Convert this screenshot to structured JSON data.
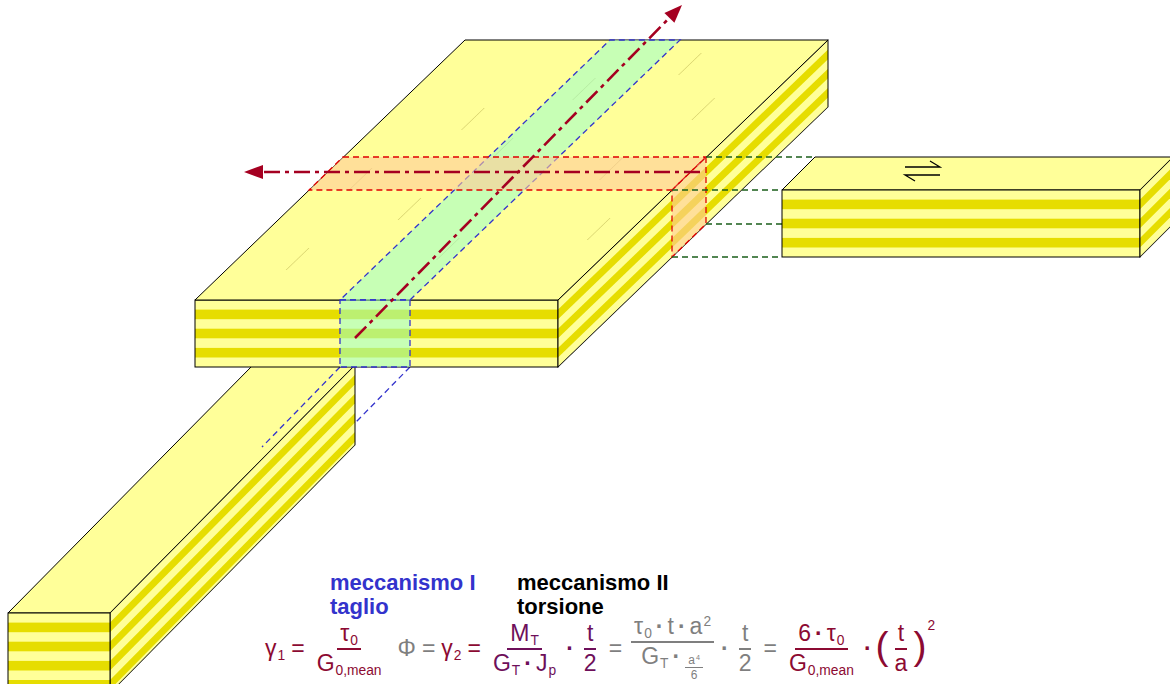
{
  "diagram": {
    "labels": [
      "meccanismo I",
      "taglio",
      "meccanismo II",
      "torsione",
      "γ",
      "1",
      "=",
      "τ",
      "0",
      "G",
      "0,mean",
      "Φ",
      "=",
      "γ",
      "2",
      "=",
      "M",
      "T",
      "G",
      "T",
      "·",
      "J",
      "p",
      "·",
      "t",
      "2",
      "=",
      "τ",
      "0",
      "·",
      "t",
      "·",
      "a",
      "2",
      "G",
      "T",
      "·",
      "a",
      "4",
      "6",
      "·",
      "t",
      "2",
      "=",
      "6",
      "·",
      "τ",
      "0",
      "G",
      "0,mean",
      "·",
      "(",
      "t",
      "a",
      ")",
      "2"
    ]
  }
}
